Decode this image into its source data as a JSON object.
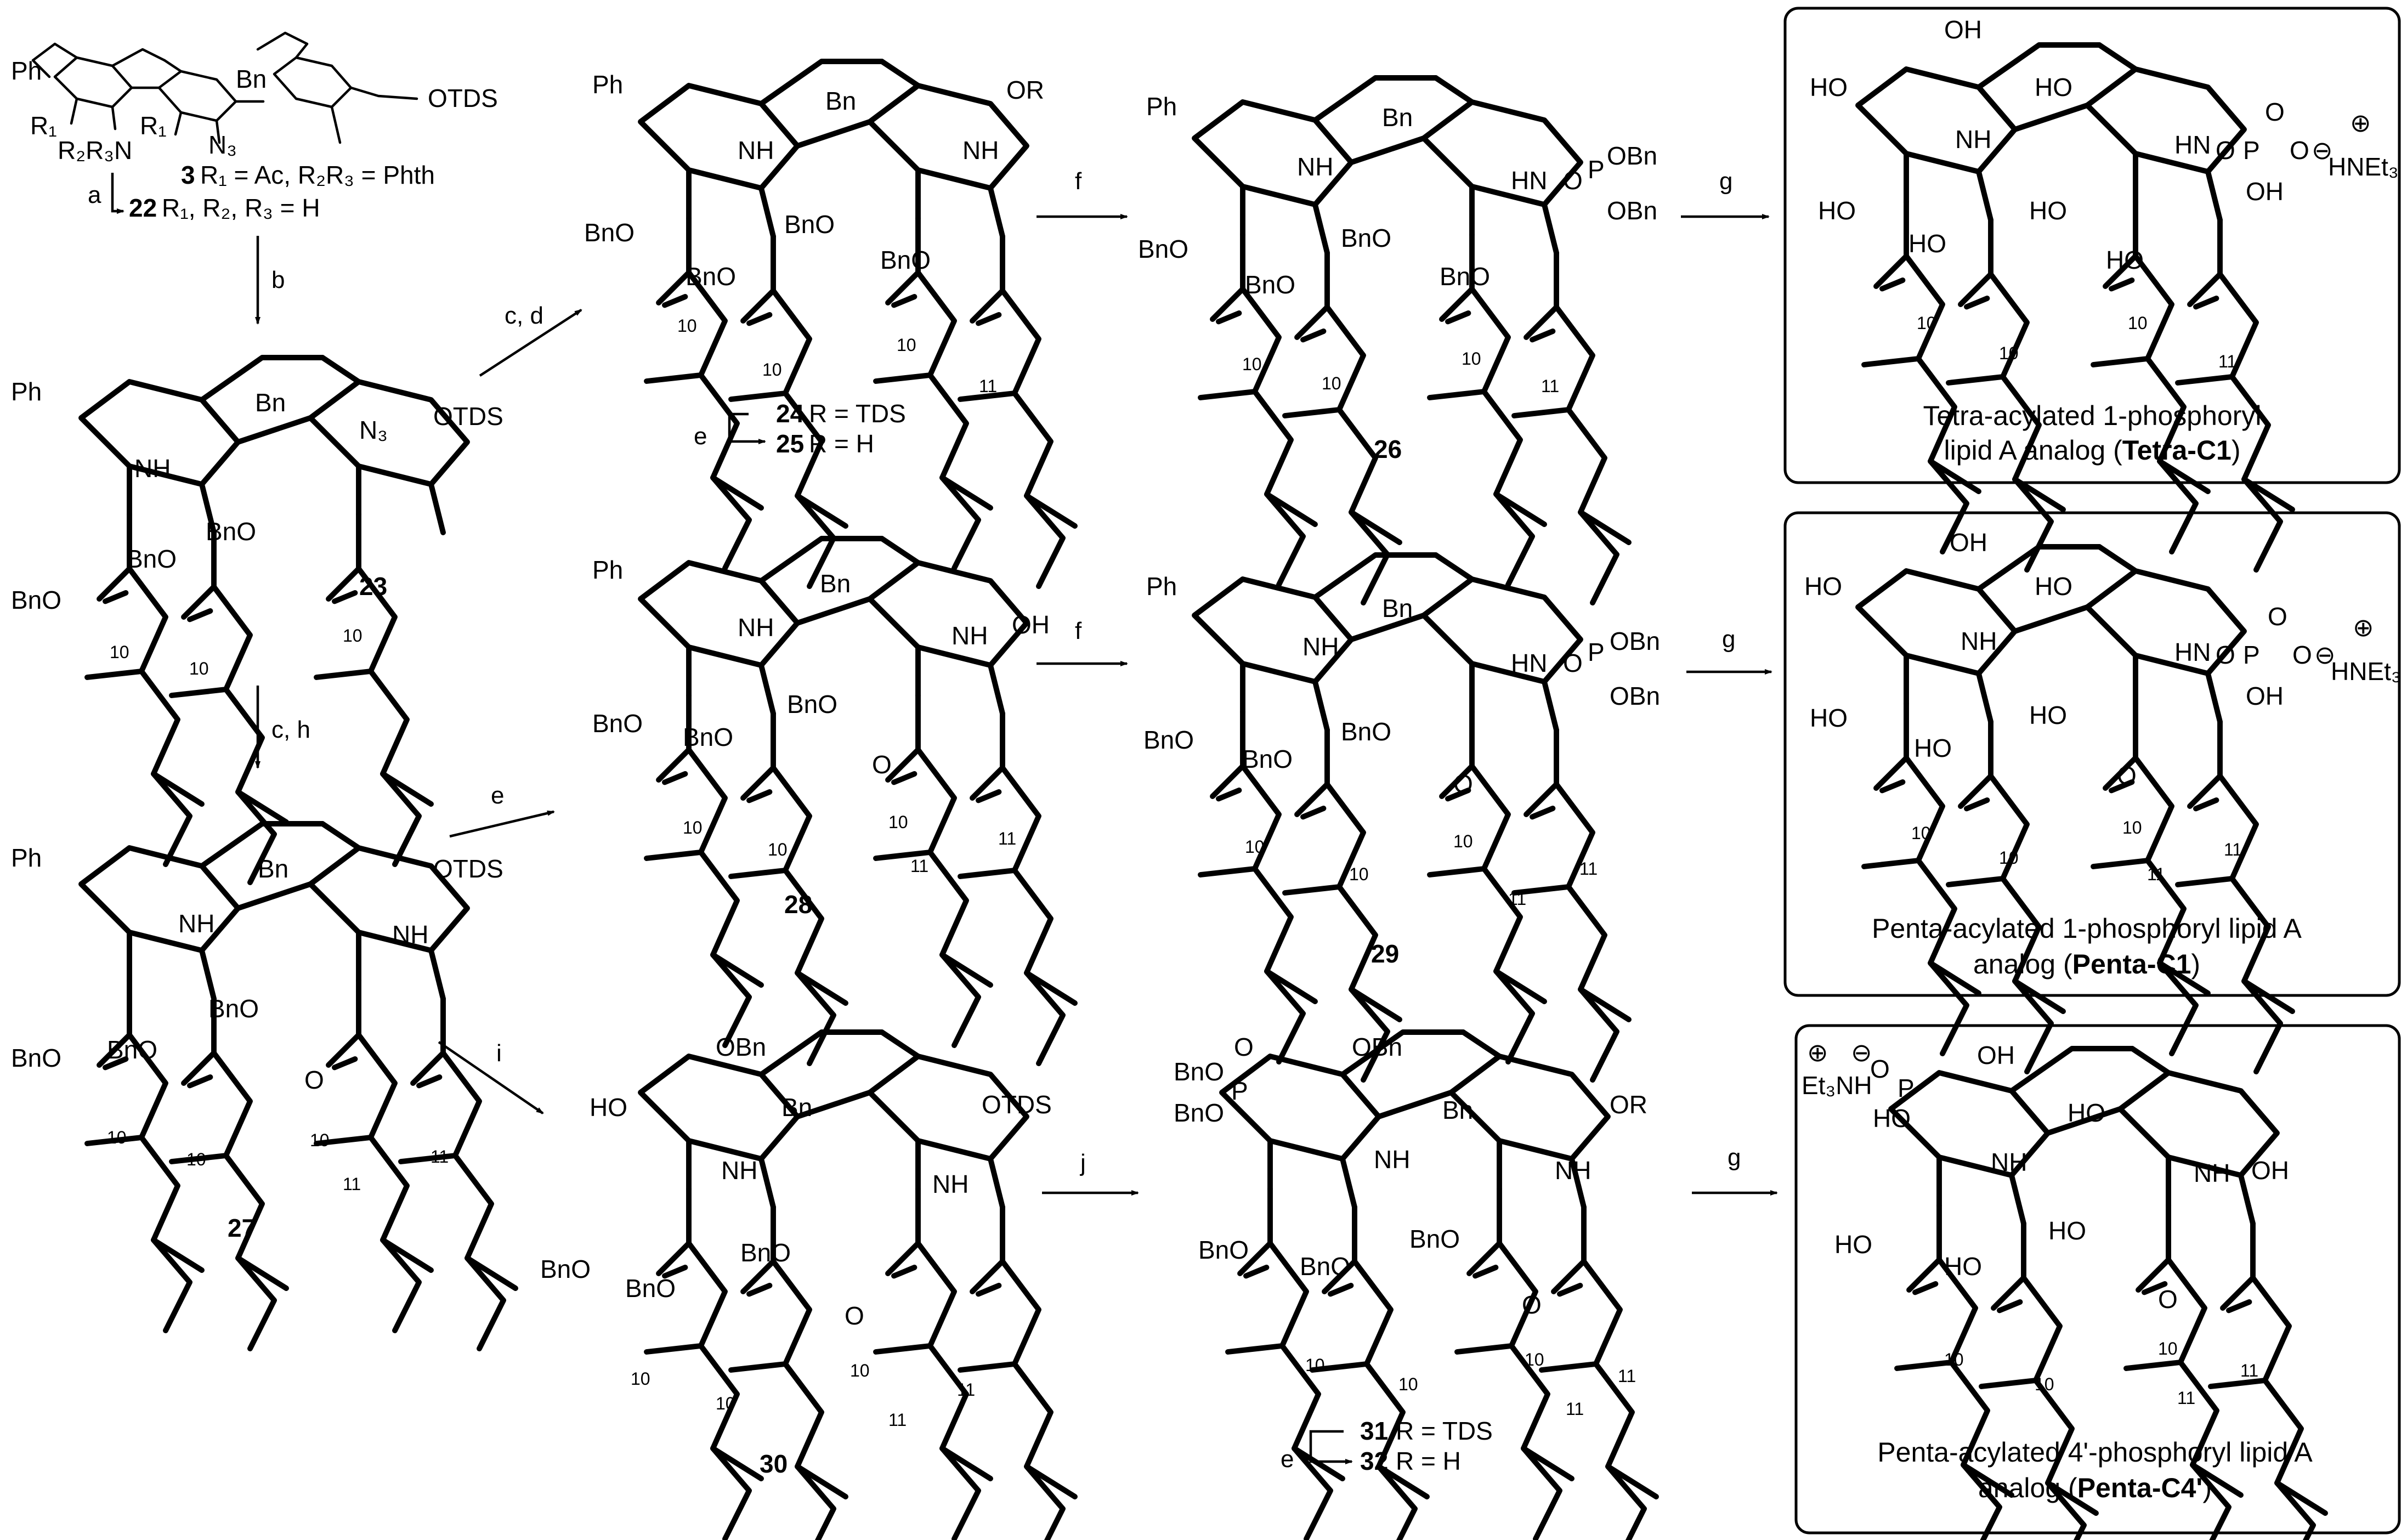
{
  "atoms": {
    "Ph": "Ph",
    "O": "O",
    "OTDS": "OTDS",
    "OH": "OH",
    "OR": "OR",
    "HO": "HO",
    "Bn": "Bn",
    "BnO": "BnO",
    "OBn": "OBn",
    "NH": "NH",
    "HN": "HN",
    "N3": "N₃",
    "R1": "R₁",
    "R2R3N": "R₂R₃N",
    "P": "P",
    "HNEt3": "HNEt₃",
    "Et3NH": "Et₃NH",
    "plus": "⊕",
    "minus": "⊖",
    "sub10": "10",
    "sub11": "11"
  },
  "compounds": {
    "c3": {
      "num": "3",
      "desc": "R₁ = Ac, R₂R₃ = Phth"
    },
    "c22": {
      "num": "22",
      "desc": "R₁, R₂, R₃ = H"
    },
    "c23": "23",
    "c24": {
      "num": "24",
      "desc": "R = TDS"
    },
    "c25": {
      "num": "25",
      "desc": "R = H"
    },
    "c26": "26",
    "c27": "27",
    "c28": "28",
    "c29": "29",
    "c30": "30",
    "c31": {
      "num": "31",
      "desc": "R = TDS"
    },
    "c32": {
      "num": "32",
      "desc": "R = H"
    }
  },
  "steps": {
    "a": "a",
    "b": "b",
    "cd": "c, d",
    "ch": "c, h",
    "e": "e",
    "f": "f",
    "g": "g",
    "i": "i",
    "j": "j"
  },
  "products": {
    "tetra": {
      "line1": "Tetra-acylated  1-phosphoryl",
      "line2_pre": "lipid A analog (",
      "code": "Tetra-C1",
      "line2_post": ")"
    },
    "penta1": {
      "line1": "Penta-acylated 1-phosphoryl lipid A",
      "line2_pre": "analog (",
      "code": "Penta-C1",
      "line2_post": ")"
    },
    "penta4": {
      "line1": "Penta-acylated 4'-phosphoryl lipid A",
      "line2_pre": "analog (",
      "code": "Penta-C4'",
      "line2_post": ")"
    }
  }
}
